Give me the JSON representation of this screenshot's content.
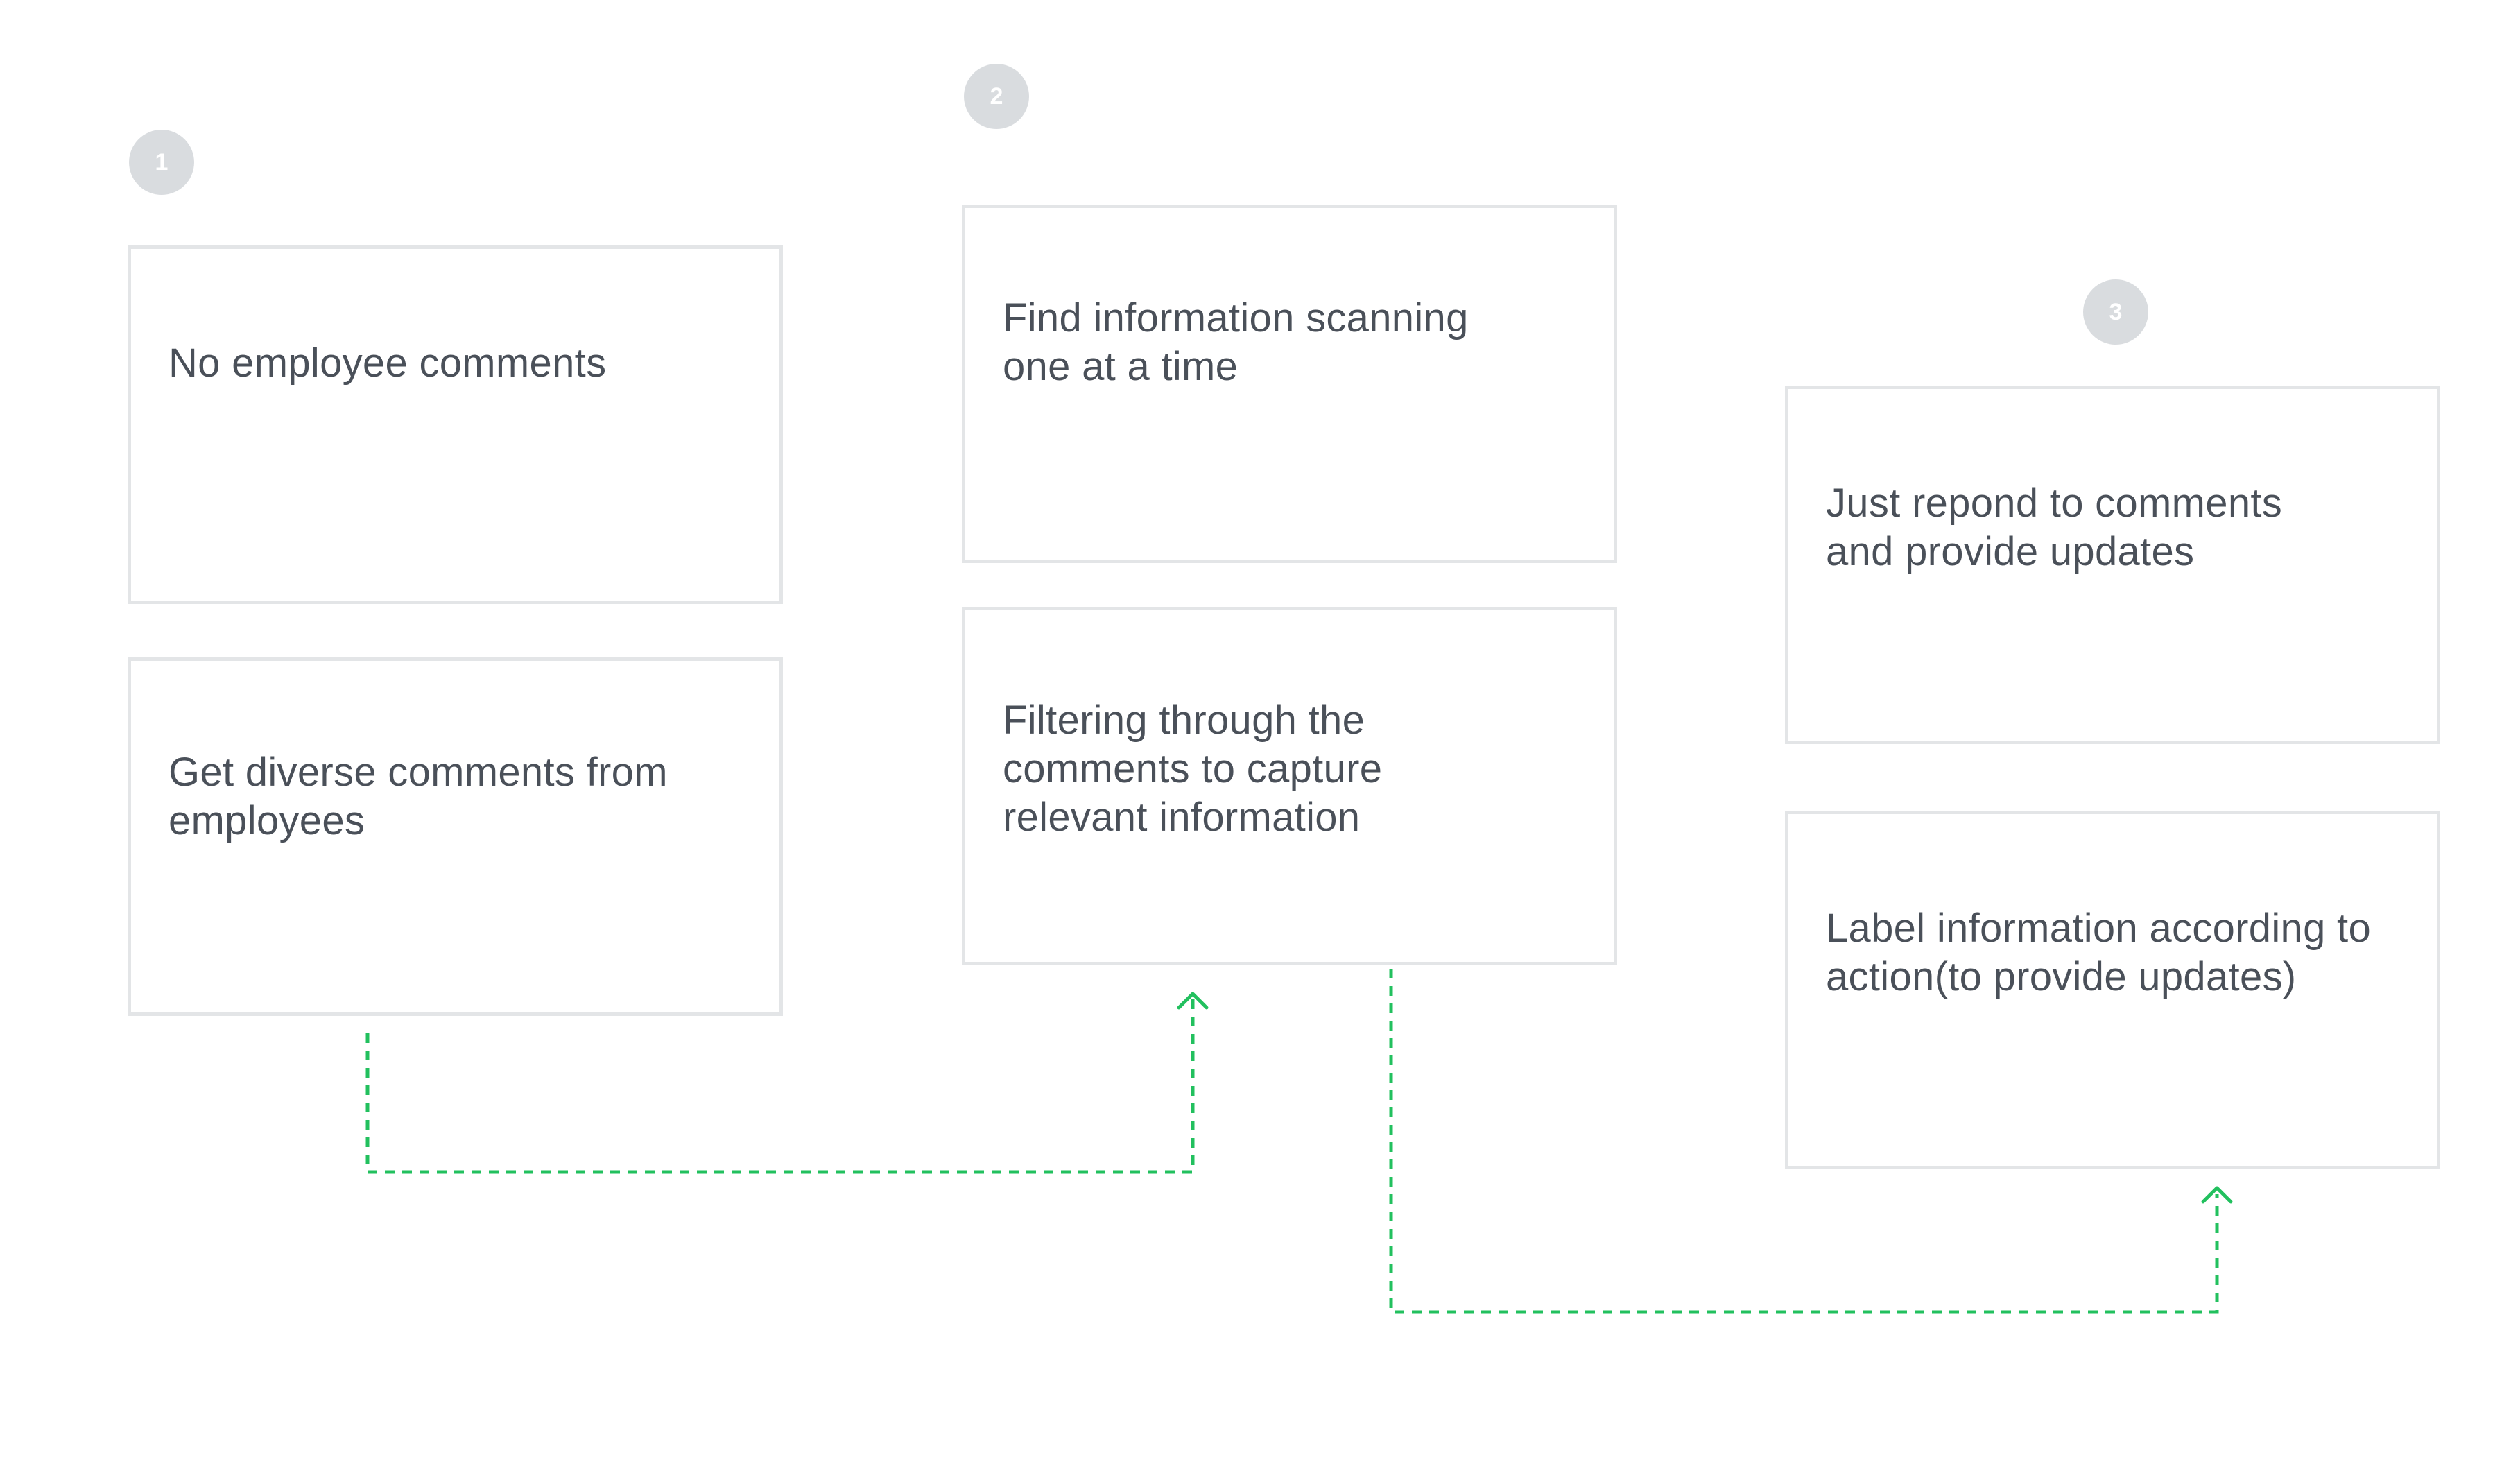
{
  "steps": [
    {
      "number": "1",
      "cards": [
        {
          "text": "No employee comments"
        },
        {
          "text": "Get diverse comments from employees"
        }
      ]
    },
    {
      "number": "2",
      "cards": [
        {
          "text": "Find information scanning one at a time"
        },
        {
          "text": "Filtering through the comments to capture relevant information"
        }
      ]
    },
    {
      "number": "3",
      "cards": [
        {
          "text": "Just repond to comments and provide updates"
        },
        {
          "text": "Label information according to action(to provide updates)"
        }
      ]
    }
  ],
  "colors": {
    "badge": "#d9dcdf",
    "card_border": "#e3e5e7",
    "text": "#4a5059",
    "connector": "#22c05e"
  }
}
